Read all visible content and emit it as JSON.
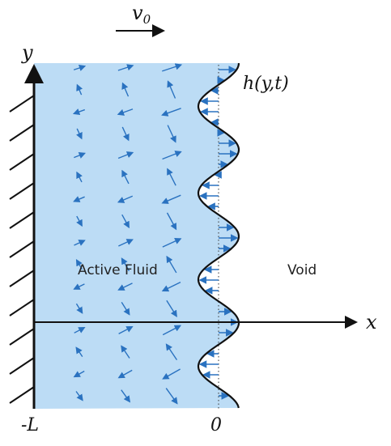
{
  "colors": {
    "fluid_fill": "#bcdcf5",
    "arrow": "#2a72c0",
    "axis": "#111111",
    "interface": "#111111",
    "wall_hatch": "#111111"
  },
  "labels": {
    "velocity": "v",
    "velocity_sub": "0",
    "y_axis": "y",
    "x_axis": "x",
    "interface_func": "h(y,t)",
    "active_fluid": "Active Fluid",
    "void": "Void",
    "x_left": "-L",
    "x_zero": "0"
  },
  "icons": {
    "velocity_arrow": "right-arrow-icon",
    "wall": "hatched-wall-icon"
  }
}
